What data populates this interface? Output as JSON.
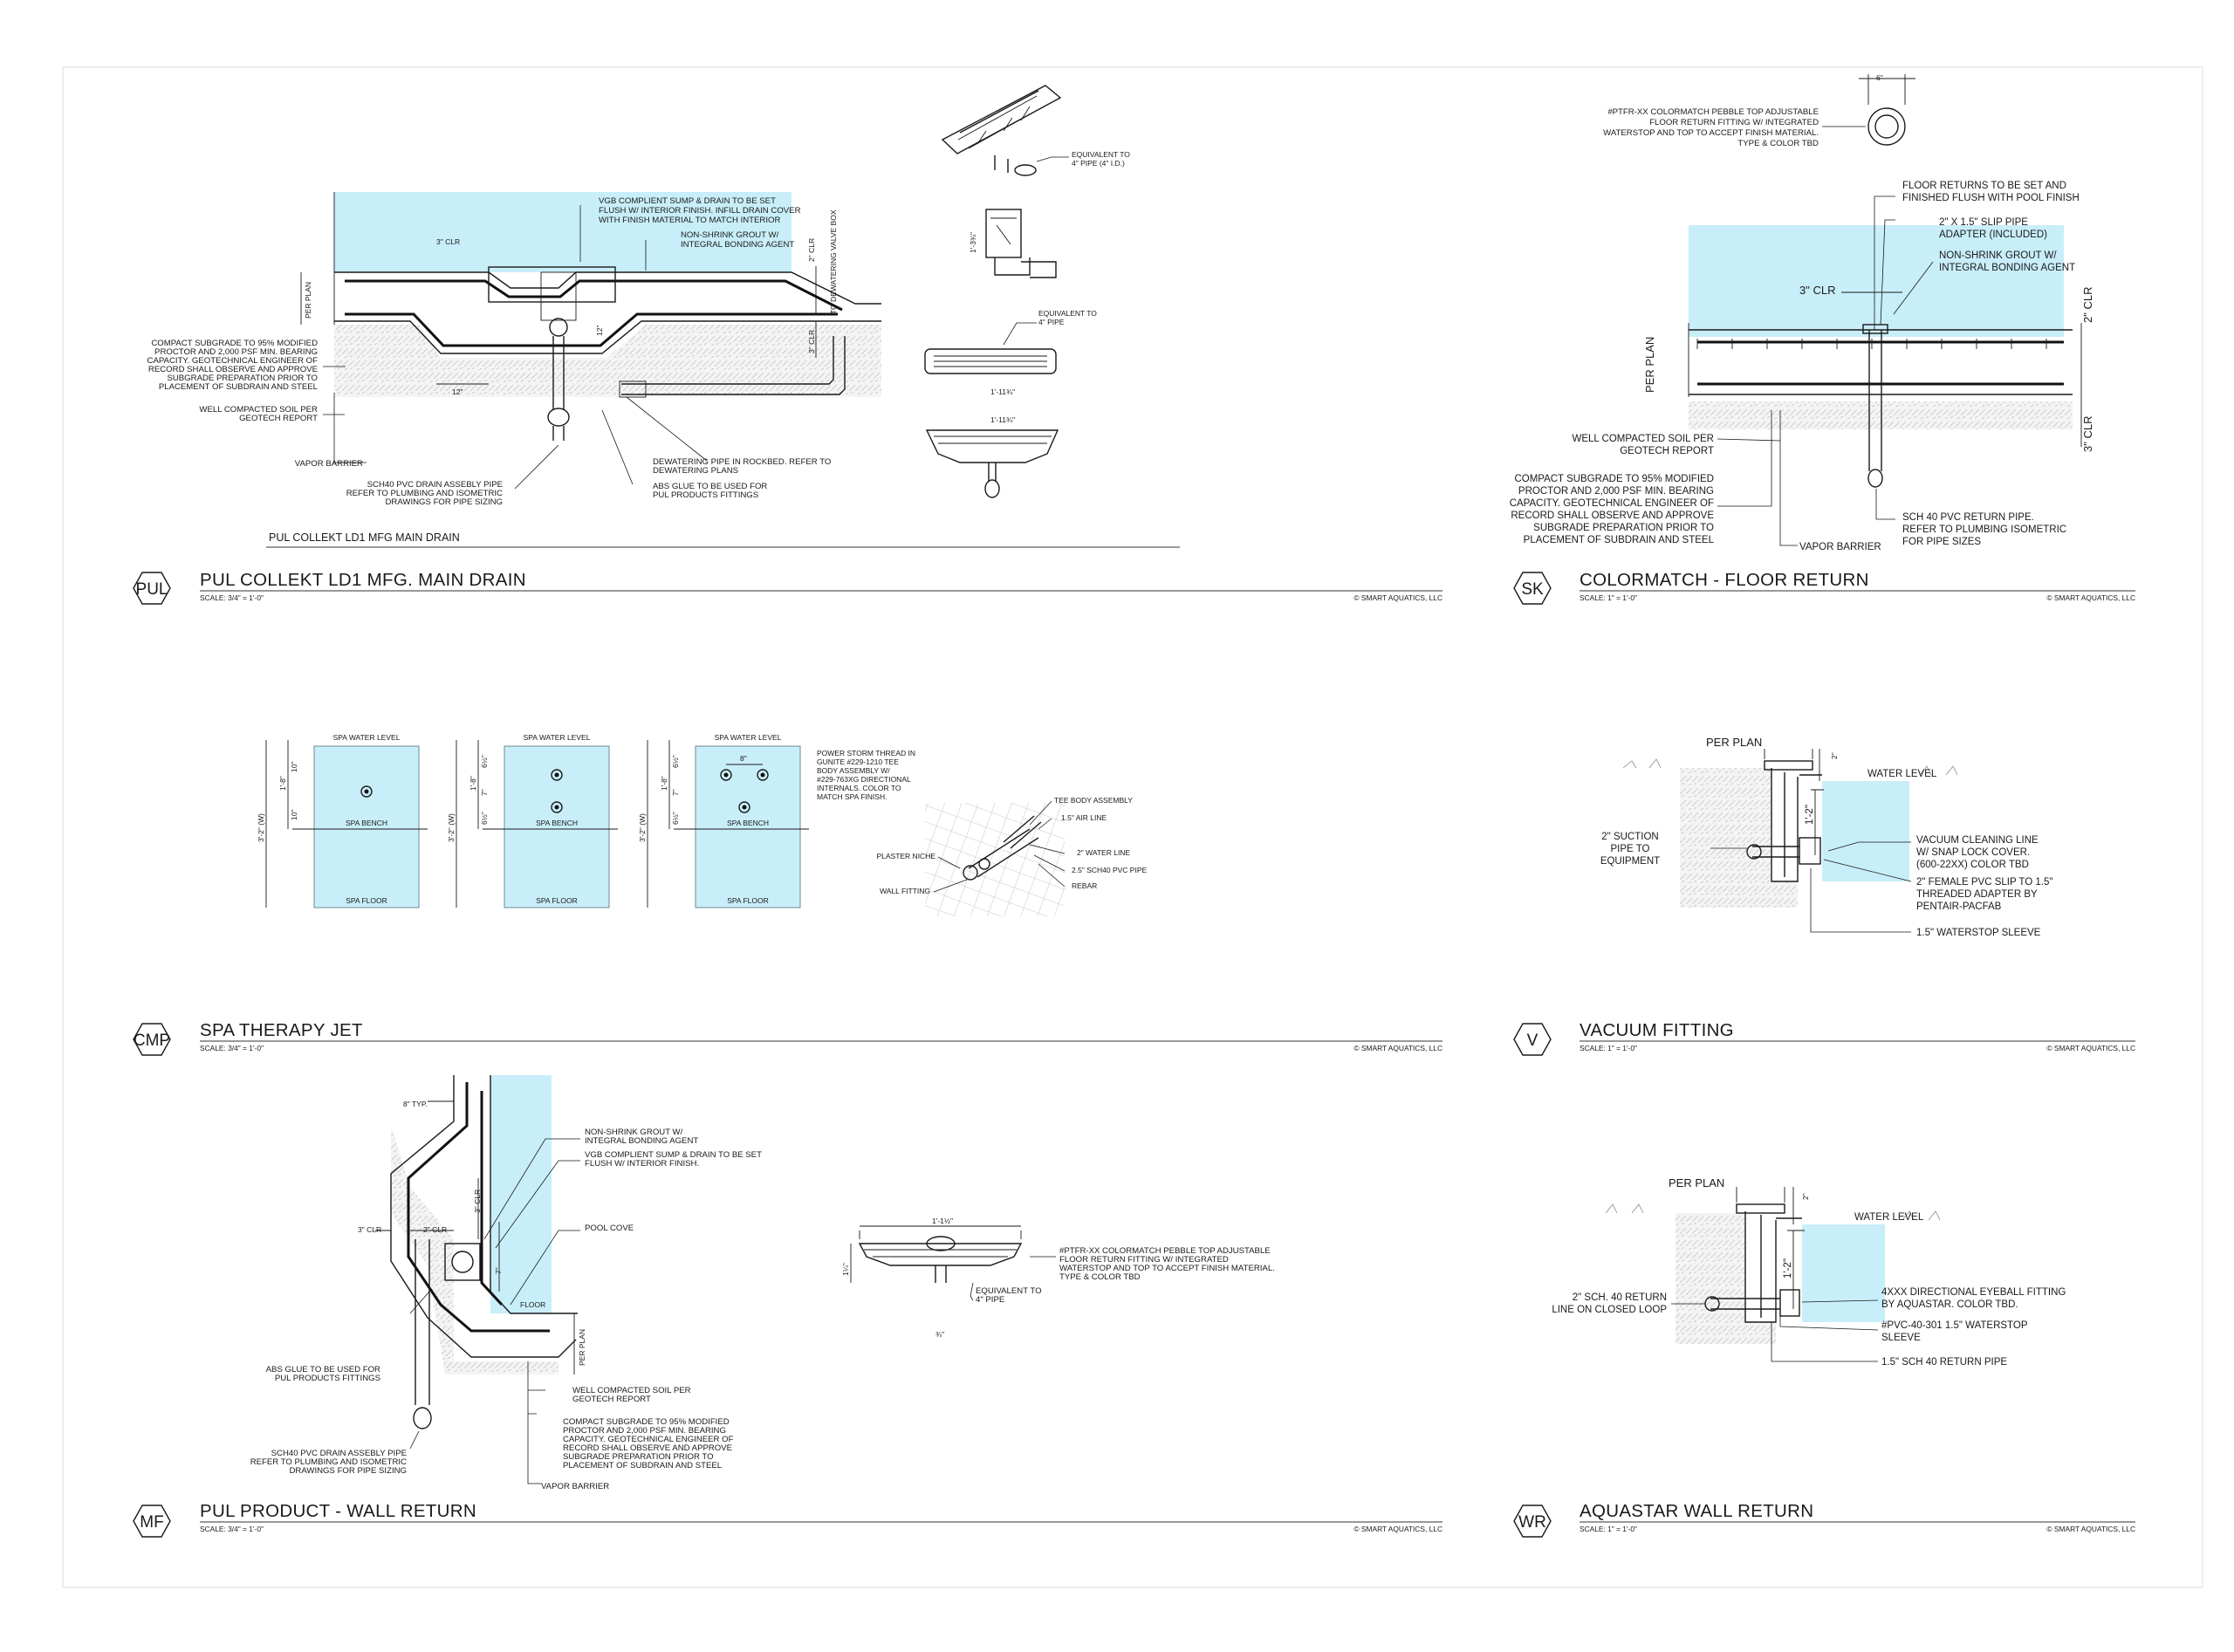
{
  "sheet": {
    "border_color": "#e2e2e2",
    "water_color": "#c8eef9",
    "line_color": "#1a1a1a"
  },
  "copyright": "© SMART AQUATICS, LLC",
  "details": {
    "pul": {
      "tag": "PUL",
      "title": "PUL COLLEKT LD1 MFG. MAIN DRAIN",
      "scale": "SCALE: 3/4\" = 1'-0\"",
      "subtitle": "PUL COLLEKT LD1 MFG MAIN DRAIN",
      "notes": {
        "vgb": [
          "VGB COMPLIENT SUMP & DRAIN TO BE SET",
          "FLUSH W/ INTERIOR FINISH. INFILL DRAIN COVER",
          "WITH FINISH MATERIAL TO MATCH INTERIOR"
        ],
        "grout": [
          "NON-SHRINK GROUT W/",
          "INTEGRAL BONDING AGENT"
        ],
        "clr3": "3\" CLR",
        "clr2": "2\" CLR",
        "clr3b": "3\" CLR",
        "perplan": "PER PLAN",
        "dewater_box": "TO DEWATERING VALVE BOX",
        "twelve": "12\"",
        "d12": "12\"",
        "subgrade": [
          "COMPACT SUBGRADE TO 95% MODIFIED",
          "PROCTOR AND 2,000 PSF MIN. BEARING",
          "CAPACITY. GEOTECHNICAL ENGINEER OF",
          "RECORD SHALL OBSERVE AND APPROVE",
          "SUBGRADE PREPARATION PRIOR TO",
          "PLACEMENT OF SUBDRAIN AND STEEL"
        ],
        "soil": [
          "WELL COMPACTED SOIL PER",
          "GEOTECH REPORT"
        ],
        "vapor": "VAPOR BARRIER",
        "sch40": [
          "SCH40 PVC DRAIN ASSEBLY PIPE",
          "REFER TO PLUMBING AND ISOMETRIC",
          "DRAWINGS FOR PIPE SIZING"
        ],
        "dewatering": [
          "DEWATERING PIPE IN ROCKBED. REFER TO",
          "DEWATERING PLANS"
        ],
        "abs": [
          "ABS GLUE TO BE USED FOR",
          "PUL PRODUCTS FITTINGS"
        ],
        "equiv4id": [
          "EQUIVALENT TO",
          "4\" PIPE (4\" I.D.)"
        ],
        "equiv4": [
          "EQUIVALENT TO",
          "4\" PIPE"
        ]
      }
    },
    "sk": {
      "tag": "SK",
      "title": "COLORMATCH - FLOOR RETURN",
      "scale": "SCALE: 1\" = 1'-0\"",
      "notes": {
        "six": "6\"",
        "ptfr": [
          "#PTFR-XX COLORMATCH PEBBLE TOP ADJUSTABLE",
          "FLOOR RETURN FITTING W/ INTEGRATED",
          "WATERSTOP AND TOP TO ACCEPT FINISH MATERIAL.",
          "TYPE & COLOR TBD"
        ],
        "floor_returns": [
          "FLOOR RETURNS TO BE SET AND",
          "FINISHED FLUSH WITH POOL FINISH"
        ],
        "slip": [
          "2\" X 1.5\" SLIP PIPE",
          "ADAPTER (INCLUDED)"
        ],
        "grout": [
          "NON-SHRINK GROUT W/",
          "INTEGRAL BONDING AGENT"
        ],
        "clr3": "3\" CLR",
        "clr2": "2\" CLR",
        "clr3b": "3\" CLR",
        "perplan": "PER PLAN",
        "soil": [
          "WELL COMPACTED SOIL PER",
          "GEOTECH REPORT"
        ],
        "subgrade": [
          "COMPACT SUBGRADE TO 95% MODIFIED",
          "PROCTOR AND 2,000 PSF MIN. BEARING",
          "CAPACITY. GEOTECHNICAL ENGINEER OF",
          "RECORD SHALL OBSERVE AND APPROVE",
          "SUBGRADE PREPARATION PRIOR TO",
          "PLACEMENT OF SUBDRAIN AND STEEL"
        ],
        "vapor": "VAPOR BARRIER",
        "sch40": [
          "SCH 40 PVC RETURN PIPE.",
          "REFER TO PLUMBING ISOMETRIC",
          "FOR PIPE SIZES"
        ]
      }
    },
    "cmp": {
      "tag": "CMP",
      "title": "SPA THERAPY JET",
      "scale": "SCALE: 3/4\" = 1'-0\"",
      "notes": {
        "water": "SPA WATER LEVEL",
        "bench": "SPA BENCH",
        "floor": "SPA FLOOR",
        "d10": "10\"",
        "d18": "1'-8\"",
        "d32": "3'-2\" (W)",
        "d65": "6½\"",
        "d7": "7\"",
        "d8": "8\"",
        "power": [
          "POWER STORM THREAD IN",
          "GUNITE #229-1210 TEE",
          "BODY ASSEMBLY W/",
          "#229-763XG DIRECTIONAL",
          "INTERNALS. COLOR TO",
          "MATCH SPA FINISH."
        ],
        "tee": "TEE BODY ASSEMBLY",
        "air": "1.5\" AIR LINE",
        "niche": "PLASTER NICHE",
        "waterline": "2\" WATER LINE",
        "sch40": "2.5\" SCH40 PVC PIPE",
        "wall": "WALL FITTING",
        "rebar": "REBAR"
      }
    },
    "v": {
      "tag": "V",
      "title": "VACUUM FITTING",
      "scale": "SCALE: 1\" = 1'-0\"",
      "notes": {
        "perplan": "PER PLAN",
        "two": "2\"",
        "water": "WATER LEVEL",
        "d12": "1'-2\"",
        "suction": [
          "2\" SUCTION",
          "PIPE TO",
          "EQUIPMENT"
        ],
        "vac": [
          "VACUUM CLEANING LINE",
          "W/ SNAP LOCK COVER.",
          "(600-22XX)  COLOR TBD"
        ],
        "female": [
          "2\" FEMALE PVC SLIP TO 1.5\"",
          "THREADED ADAPTER BY",
          "PENTAIR-PACFAB"
        ],
        "sleeve": "1.5\" WATERSTOP SLEEVE"
      }
    },
    "mf": {
      "tag": "MF",
      "title": "PUL PRODUCT - WALL RETURN",
      "scale": "SCALE: 3/4\" = 1'-0\"",
      "notes": {
        "typ": "8\" TYP.",
        "grout": [
          "NON-SHRINK GROUT W/",
          "INTEGRAL BONDING AGENT"
        ],
        "vgb": [
          "VGB COMPLIENT SUMP & DRAIN TO BE SET",
          "FLUSH W/ INTERIOR FINISH."
        ],
        "clr3": "3\" CLR",
        "clr2": "2\" CLR",
        "clr3v": "3\" CLR",
        "seven": "7\"",
        "cove": "POOL COVE",
        "floor": "FLOOR",
        "perplan": "PER PLAN",
        "abs": [
          "ABS GLUE TO BE USED FOR",
          "PUL PRODUCTS FITTINGS"
        ],
        "soil": [
          "WELL COMPACTED SOIL PER",
          "GEOTECH REPORT"
        ],
        "subgrade": [
          "COMPACT SUBGRADE TO 95% MODIFIED",
          "PROCTOR AND 2,000 PSF MIN. BEARING",
          "CAPACITY. GEOTECHNICAL ENGINEER OF",
          "RECORD SHALL OBSERVE AND APPROVE",
          "SUBGRADE PREPARATION PRIOR TO",
          "PLACEMENT OF SUBDRAIN AND STEEL"
        ],
        "sch40": [
          "SCH40 PVC DRAIN ASSEBLY PIPE",
          "REFER TO PLUMBING AND ISOMETRIC",
          "DRAWINGS FOR PIPE SIZING"
        ],
        "vapor": "VAPOR BARRIER",
        "ptfr": [
          "#PTFR-XX COLORMATCH PEBBLE TOP ADJUSTABLE",
          "FLOOR RETURN FITTING W/ INTEGRATED",
          "WATERSTOP AND TOP TO ACCEPT FINISH MATERIAL.",
          "TYPE & COLOR TBD"
        ],
        "equiv": [
          "EQUIVALENT TO",
          "4\" PIPE"
        ]
      }
    },
    "wr": {
      "tag": "WR",
      "title": "AQUASTAR WALL RETURN",
      "scale": "SCALE: 1\" = 1'-0\"",
      "notes": {
        "perplan": "PER PLAN",
        "two": "2\"",
        "water": "WATER LEVEL",
        "d12": "1'-2\"",
        "sch40": [
          "2\" SCH. 40  RETURN",
          "LINE ON CLOSED LOOP"
        ],
        "eyeball": [
          "4XXX DIRECTIONAL EYEBALL FITTING",
          "BY AQUASTAR. COLOR TBD."
        ],
        "pvc": [
          "#PVC-40-301 1.5\" WATERSTOP",
          "SLEEVE"
        ],
        "ret": "1.5\" SCH 40 RETURN PIPE"
      }
    }
  }
}
